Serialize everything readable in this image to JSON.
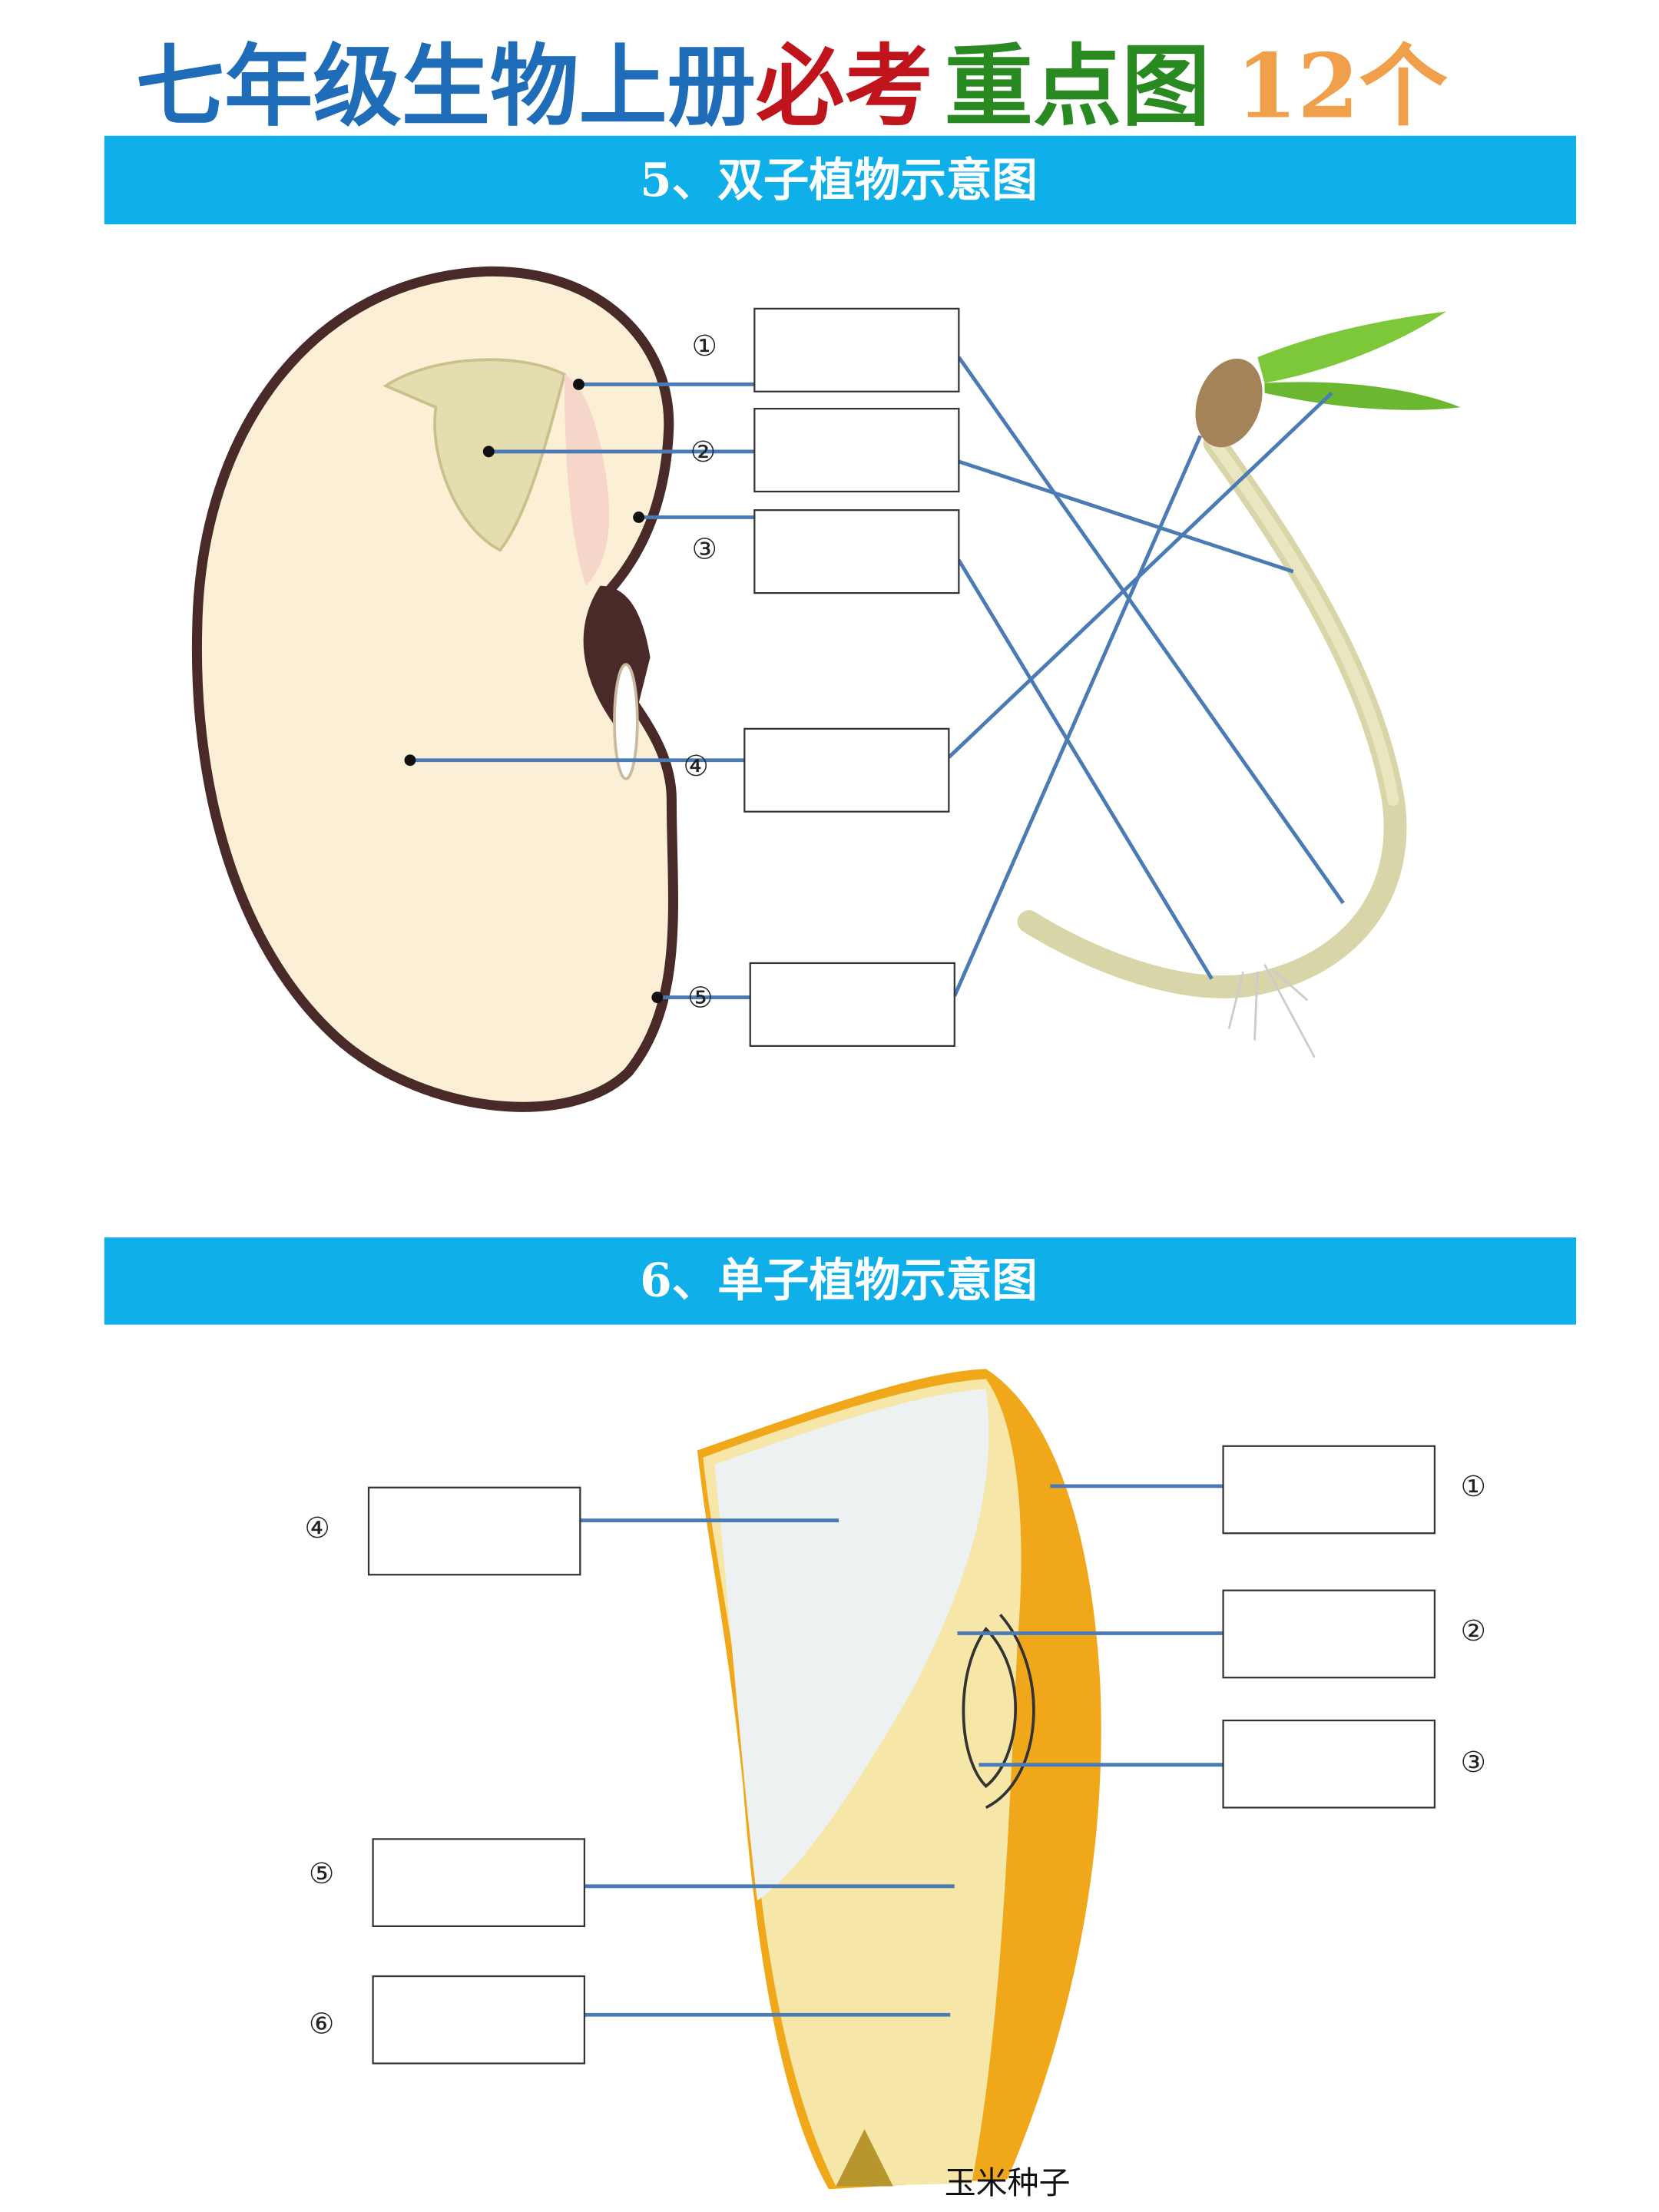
{
  "title": {
    "part1": "七年级生物上册",
    "part2": "必考",
    "part3": "重点图",
    "part4": "12个",
    "colors": {
      "part1": "#1f6db8",
      "part2": "#c0141c",
      "part3": "#2a8a22",
      "part4": "#f0a04a"
    }
  },
  "section5": {
    "heading": "5、双子植物示意图",
    "labels": [
      "①",
      "②",
      "③",
      "④",
      "⑤"
    ],
    "answer_boxes": [
      "",
      "",
      "",
      "",
      ""
    ]
  },
  "section6": {
    "heading": "6、单子植物示意图",
    "labels": [
      "①",
      "②",
      "③",
      "④",
      "⑤",
      "⑥"
    ],
    "answer_boxes": [
      "",
      "",
      "",
      "",
      "",
      ""
    ],
    "caption": "玉米种子"
  },
  "colors": {
    "banner": "#0fb0ea",
    "leader_line": "#4a7bb5"
  }
}
